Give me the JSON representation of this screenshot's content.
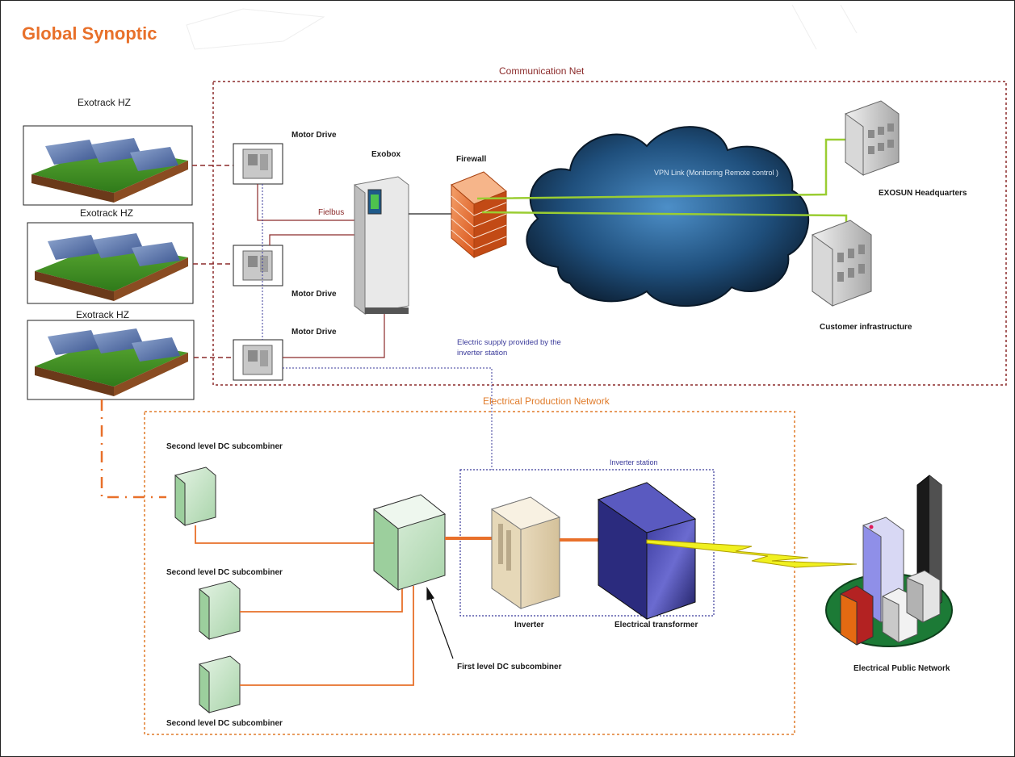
{
  "title": "Global Synoptic",
  "sections": {
    "communication_net": "Communication Net",
    "electrical_production_network": "Electrical Production Network",
    "inverter_station": "Inverter station"
  },
  "trackers": {
    "label_1": "Exotrack HZ",
    "label_2": "Exotrack HZ",
    "label_3": "Exotrack HZ"
  },
  "components": {
    "motor_drive_1": "Motor Drive",
    "motor_drive_2": "Motor Drive",
    "motor_drive_3": "Motor Drive",
    "exobox": "Exobox",
    "firewall": "Firewall",
    "fielbus": "Fielbus",
    "vpn_link": "VPN Link (Monitoring Remote control )",
    "headquarters": "EXOSUN Headquarters",
    "customer_infrastructure": "Customer infrastructure",
    "electric_supply_note": "Electric supply provided by the inverter station",
    "second_level_1": "Second level DC subcombiner",
    "second_level_2": "Second level DC subcombiner",
    "second_level_3": "Second level DC subcombiner",
    "first_level": "First level DC subcombiner",
    "inverter": "Inverter",
    "transformer": "Electrical transformer",
    "public_network": "Electrical Public Network"
  },
  "colors": {
    "title": "#e8702a",
    "comm_border": "#8b2a2a",
    "prod_border": "#e07b2a",
    "inverter_border": "#3a3a9a",
    "vpn_line": "#9acd32",
    "dc_line": "#e8702a"
  }
}
